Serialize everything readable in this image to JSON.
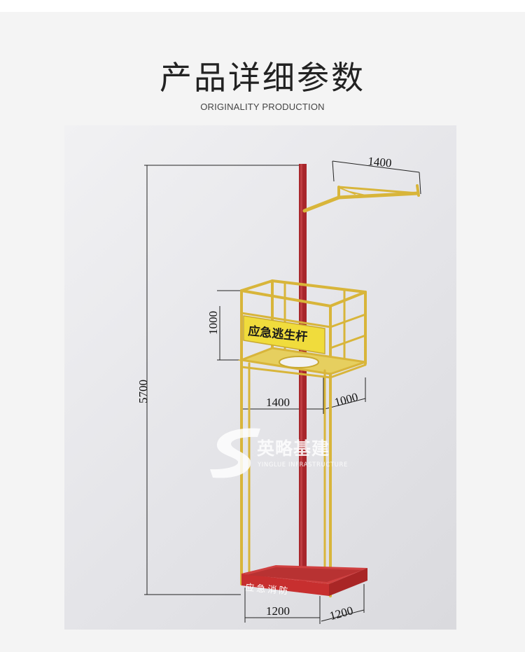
{
  "header": {
    "title": "产品详细参数",
    "subtitle": "ORIGINALITY PRODUCTION"
  },
  "figure": {
    "dimensions": {
      "total_height": "5700",
      "arm_length": "1400",
      "cage_height": "1000",
      "cage_width": "1400",
      "cage_depth": "1000",
      "base_width": "1200",
      "base_depth": "1200"
    },
    "sign_label": "应急逃生杆",
    "base_label": "应急消防",
    "watermark": {
      "brand": "英略基建",
      "tagline": "YINGLUE INFRASTRUCTURE"
    }
  },
  "colors": {
    "pole": "#a8262b",
    "frame": "#d8b53a",
    "sign": "#f0dc3c",
    "base": "#c72f2f"
  }
}
